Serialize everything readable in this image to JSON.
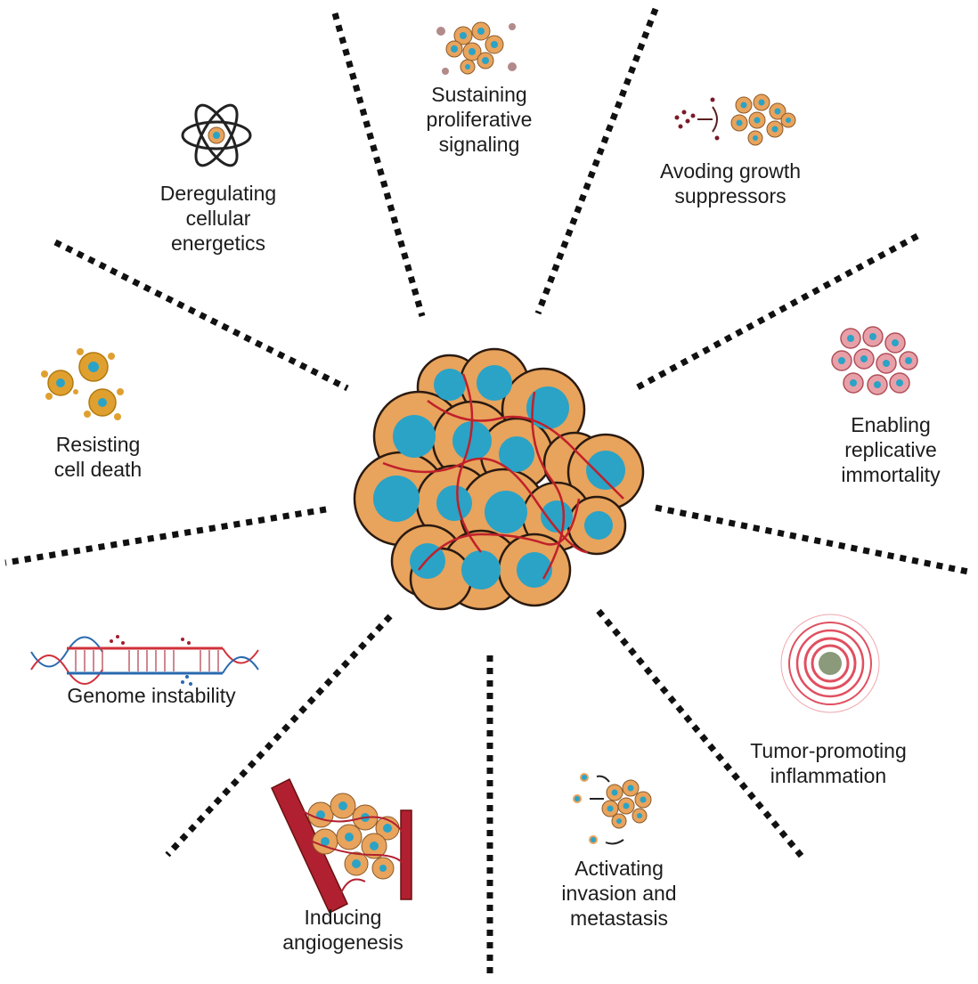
{
  "title": "Hallmarks of cancer",
  "center": {
    "name": "tumor-cell-cluster"
  },
  "colors": {
    "cytoplasm": "#e8a35c",
    "nucleus": "#2aa3c6",
    "vessel": "#c0202a",
    "divider": "#111111"
  },
  "hallmarks": [
    {
      "id": "proliferative",
      "label": "Sustaining\nproliferative\nsignaling",
      "icon": "cell-cluster-signaling-icon"
    },
    {
      "id": "growth-suppressors",
      "label": "Avoding growth\nsuppressors",
      "icon": "blocked-suppressor-icon"
    },
    {
      "id": "immortality",
      "label": "Enabling\nreplicative\nimmortality",
      "icon": "immortal-cells-icon"
    },
    {
      "id": "inflammation",
      "label": "Tumor-promoting\ninflammation",
      "icon": "inflammation-rings-icon"
    },
    {
      "id": "invasion",
      "label": "Activating\ninvasion and\nmetastasis",
      "icon": "metastasis-icon"
    },
    {
      "id": "angiogenesis",
      "label": "Inducing\nangiogenesis",
      "icon": "blood-vessel-icon"
    },
    {
      "id": "genome",
      "label": "Genome instability",
      "icon": "dna-helix-icon"
    },
    {
      "id": "cell-death",
      "label": "Resisting\ncell death",
      "icon": "apoptosis-cells-icon"
    },
    {
      "id": "energetics",
      "label": "Deregulating\ncellular\nenergetics",
      "icon": "atom-icon"
    }
  ]
}
